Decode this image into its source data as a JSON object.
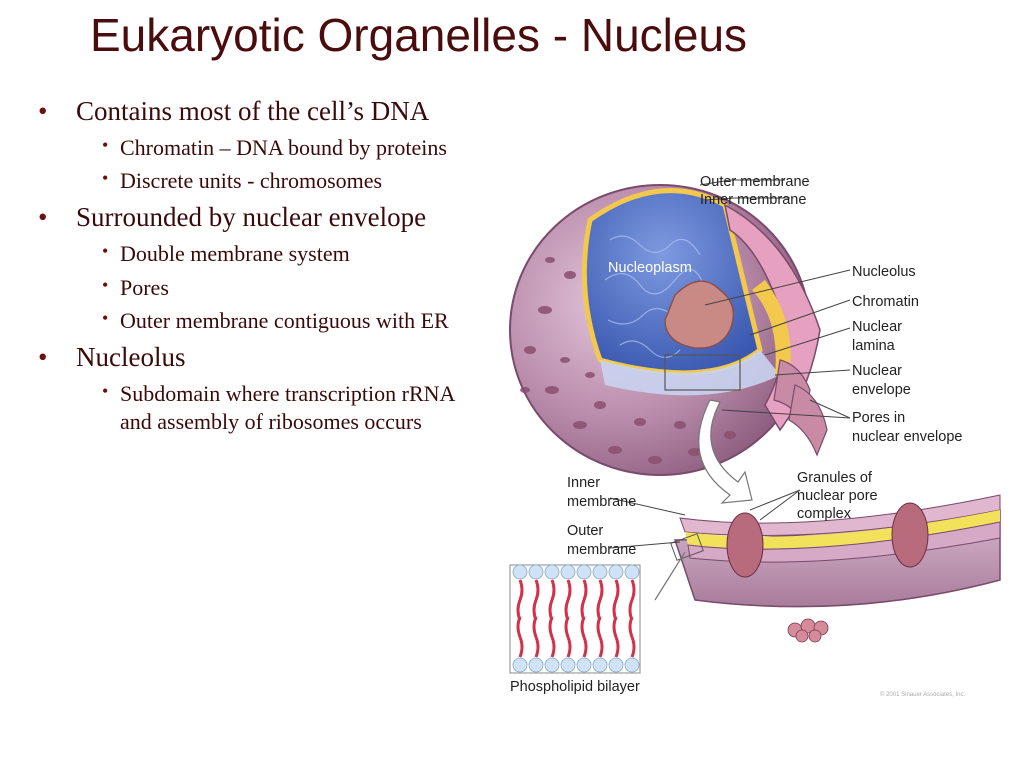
{
  "slide": {
    "title": "Eukaryotic Organelles - Nucleus",
    "bullets": [
      {
        "text": "Contains most of the cell’s DNA",
        "sub": [
          "Chromatin – DNA bound by proteins",
          "Discrete units - chromosomes"
        ]
      },
      {
        "text": "Surrounded by nuclear envelope",
        "sub": [
          "Double membrane system",
          "Pores",
          "Outer membrane contiguous with ER"
        ]
      },
      {
        "text": "Nucleolus",
        "sub": [
          "Subdomain where transcription rRNA and assembly of ribosomes occurs"
        ]
      }
    ]
  },
  "figure": {
    "labels": {
      "outer_membrane": "Outer membrane",
      "inner_membrane": "Inner membrane",
      "nucleoplasm": "Nucleoplasm",
      "nucleolus": "Nucleolus",
      "chromatin": "Chromatin",
      "nuclear_lamina_1": "Nuclear",
      "nuclear_lamina_2": "lamina",
      "nuclear_envelope_1": "Nuclear",
      "nuclear_envelope_2": "envelope",
      "pores_1": "Pores in",
      "pores_2": "nuclear envelope",
      "inner_membrane_1": "Inner",
      "inner_membrane_2": "membrane",
      "outer_membrane_1": "Outer",
      "outer_membrane_2": "membrane",
      "granules_1": "Granules of",
      "granules_2": "nuclear pore",
      "granules_3": "complex",
      "phospholipid": "Phospholipid bilayer",
      "credit": "© 2001 Sinauer Associates, Inc."
    }
  }
}
